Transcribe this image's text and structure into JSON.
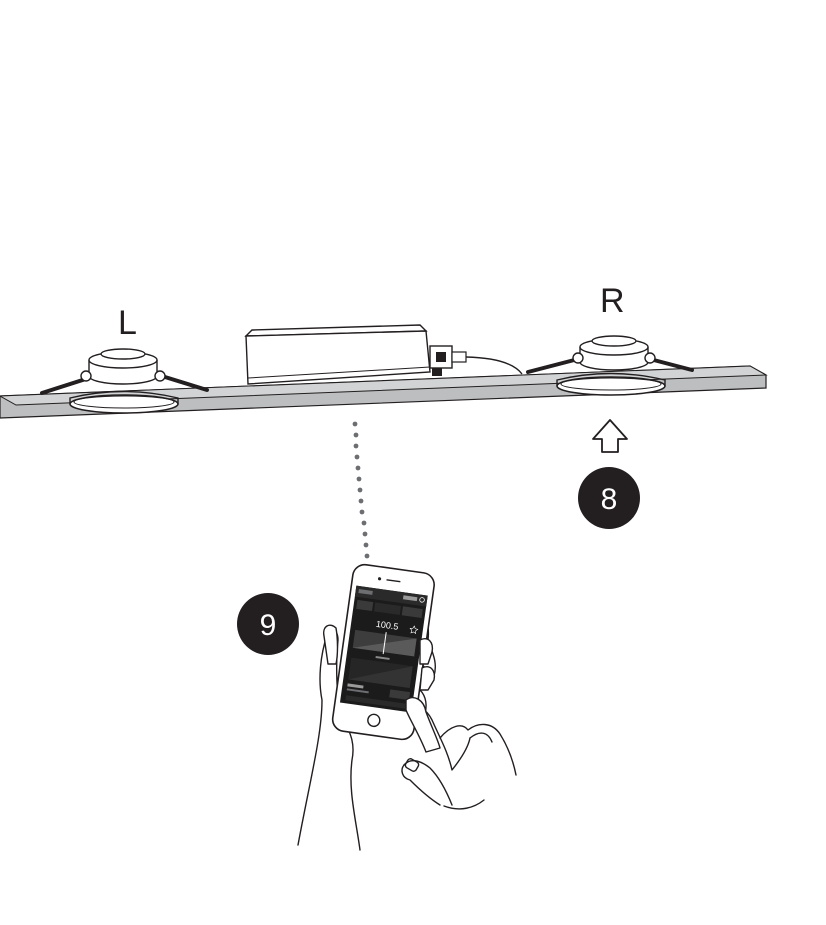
{
  "speaker_labels": {
    "left": "L",
    "right": "R"
  },
  "steps": {
    "step_8": "8",
    "step_9": "9"
  },
  "phone_screen": {
    "readout": "100.5"
  },
  "colors": {
    "ink": "#231f20",
    "badge": "#231f20",
    "shelf": "#bcbec0",
    "screen": "#1b1b1b"
  },
  "icons": {
    "arrow": "arrow-up-outline-icon",
    "power": "power-icon",
    "star": "star-icon"
  }
}
